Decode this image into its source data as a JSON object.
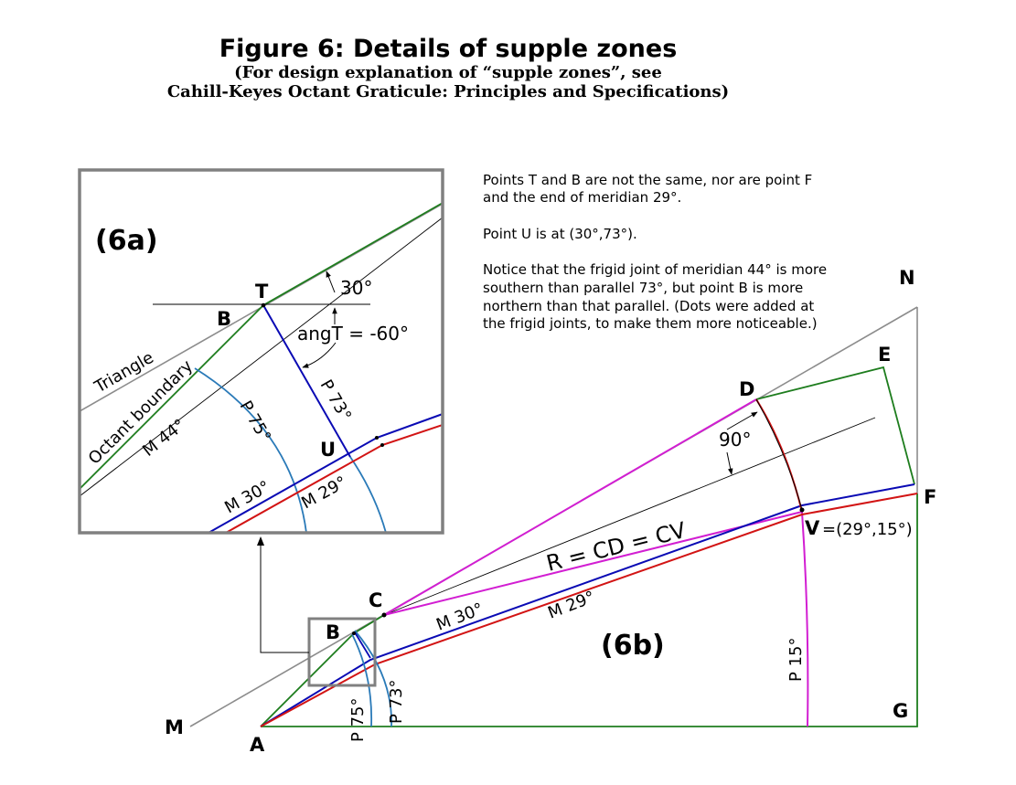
{
  "title": {
    "main": "Figure 6: Details of supple zones",
    "sub1": "(For design explanation of “supple zones”, see",
    "sub2": "Cahill-Keyes Octant Graticule: Principles and Specifications)"
  },
  "notes": {
    "n1a": "Points T and B are not the same, nor are point F",
    "n1b": "and the end of meridian 29°.",
    "n2": "Point U is at (30°,73°).",
    "n3a": "Notice that the frigid joint of meridian 44° is more",
    "n3b": "southern than parallel 73°, but point B is more",
    "n3c": "northern than that parallel. (Dots were added at",
    "n3d": "the frigid joints, to make them more noticeable.)"
  },
  "inset": {
    "label": "(6a)",
    "point_T": "T",
    "point_B": "B",
    "point_U": "U",
    "angle_30": "30°",
    "angle_T": "angT = -60°",
    "triangle": "Triangle",
    "octant_boundary": "Octant boundary",
    "m44": "M 44°",
    "p75": "P 75°",
    "p73": "P 73°",
    "m30": "M 30°",
    "m29": "M 29°"
  },
  "main": {
    "label": "(6b)",
    "point_M": "M",
    "point_A": "A",
    "point_B": "B",
    "point_C": "C",
    "point_D": "D",
    "point_E": "E",
    "point_N": "N",
    "point_F": "F",
    "point_G": "G",
    "point_V": "V",
    "v_coords": "=(29°,15°)",
    "angle_90": "90°",
    "r_eq": "R = CD = CV",
    "m30": "M 30°",
    "m29": "M 29°",
    "p15": "P 15°",
    "p75": "P 75°",
    "p73": "P 73°"
  },
  "colors": {
    "gray": "#8c8c8c",
    "green": "#1e7d1e",
    "blue": "#0a0ab4",
    "red": "#d21414",
    "magenta": "#d21ed2",
    "steel": "#2a7ab8",
    "black": "#000000"
  }
}
